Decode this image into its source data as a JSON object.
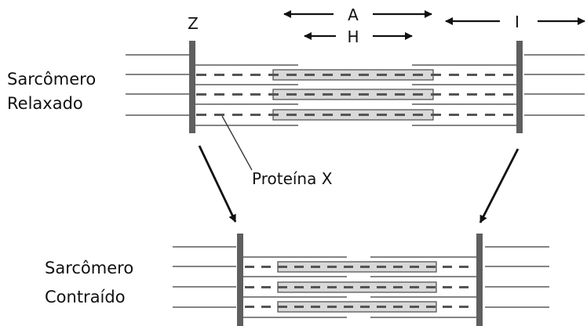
{
  "labels": {
    "z": "Z",
    "a": "A",
    "h": "H",
    "i": "I",
    "relaxed_line1": "Sarcômero",
    "relaxed_line2": "Relaxado",
    "contracted_line1": "Sarcômero",
    "contracted_line2": "Contraído",
    "protein": "Proteína X"
  },
  "colors": {
    "z_disc": "#5f5f5f",
    "line": "#3a3a3a",
    "thick_fill": "#d9d9d9",
    "dash": "#555555",
    "arrow": "#111111"
  }
}
